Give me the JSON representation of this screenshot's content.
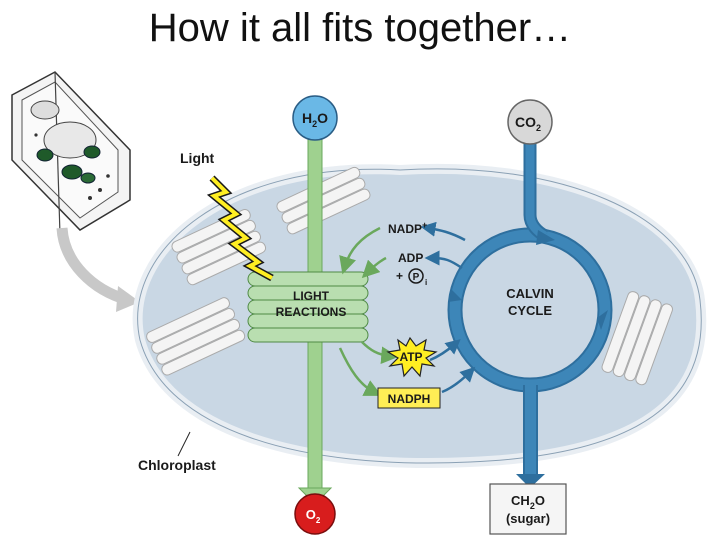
{
  "title": "How it all fits together…",
  "labels": {
    "light": "Light",
    "chloroplast": "Chloroplast",
    "h2o": "H",
    "h2o_sub": "2",
    "h2o_end": "O",
    "co2": "CO",
    "co2_sub": "2",
    "o2": "O",
    "o2_sub": "2",
    "nadp_plus": "NADP",
    "nadp_plus_sup": "+",
    "adp": "ADP",
    "plus": "+",
    "pi": "P",
    "pi_sub": "i",
    "atp": "ATP",
    "nadph": "NADPH",
    "light_reactions_1": "LIGHT",
    "light_reactions_2": "REACTIONS",
    "calvin_1": "CALVIN",
    "calvin_2": "CYCLE",
    "ch2o_1": "CH",
    "ch2o_sub": "2",
    "ch2o_end": "O",
    "ch2o_2": "(sugar)"
  },
  "colors": {
    "stroma": "#c9d7e4",
    "membrane": "#e9eef3",
    "thylakoid": "#b9deb0",
    "thylakoid_edge": "#4f8a45",
    "green_arrow": "#9fd18f",
    "blue_cycle": "#3d86b8",
    "h2o_fill": "#6ab8e6",
    "o2_fill": "#d81d1d",
    "atp_fill": "#ffee22",
    "nadph_fill": "#ffee55"
  }
}
